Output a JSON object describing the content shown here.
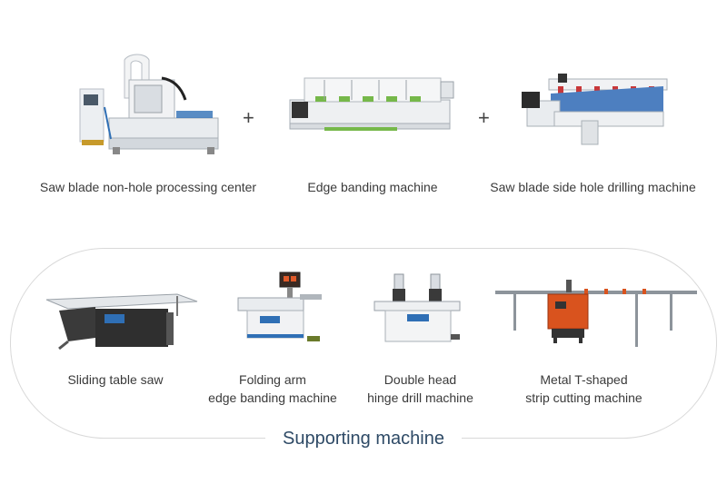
{
  "top_row": {
    "machines": [
      {
        "label": "Saw blade non-hole processing center",
        "icon": "cnc-processing-center-icon"
      },
      {
        "label": "Edge banding machine",
        "icon": "edge-banding-machine-icon"
      },
      {
        "label": "Saw blade side hole drilling machine",
        "icon": "side-hole-drilling-machine-icon"
      }
    ],
    "separator": "+"
  },
  "supporting": {
    "title": "Supporting machine",
    "machines": [
      {
        "line1": "Sliding table saw",
        "line2": "",
        "icon": "sliding-table-saw-icon"
      },
      {
        "line1": "Folding arm",
        "line2": "edge banding machine",
        "icon": "folding-arm-edge-bander-icon"
      },
      {
        "line1": "Double head",
        "line2": "hinge drill machine",
        "icon": "hinge-drill-icon"
      },
      {
        "line1": "Metal T-shaped",
        "line2": "strip cutting machine",
        "icon": "strip-cutting-machine-icon"
      }
    ]
  },
  "colors": {
    "machine_body": "#e9ecef",
    "accent_blue": "#2f6fb5",
    "dark": "#2b2b2b",
    "orange": "#d9531e"
  }
}
